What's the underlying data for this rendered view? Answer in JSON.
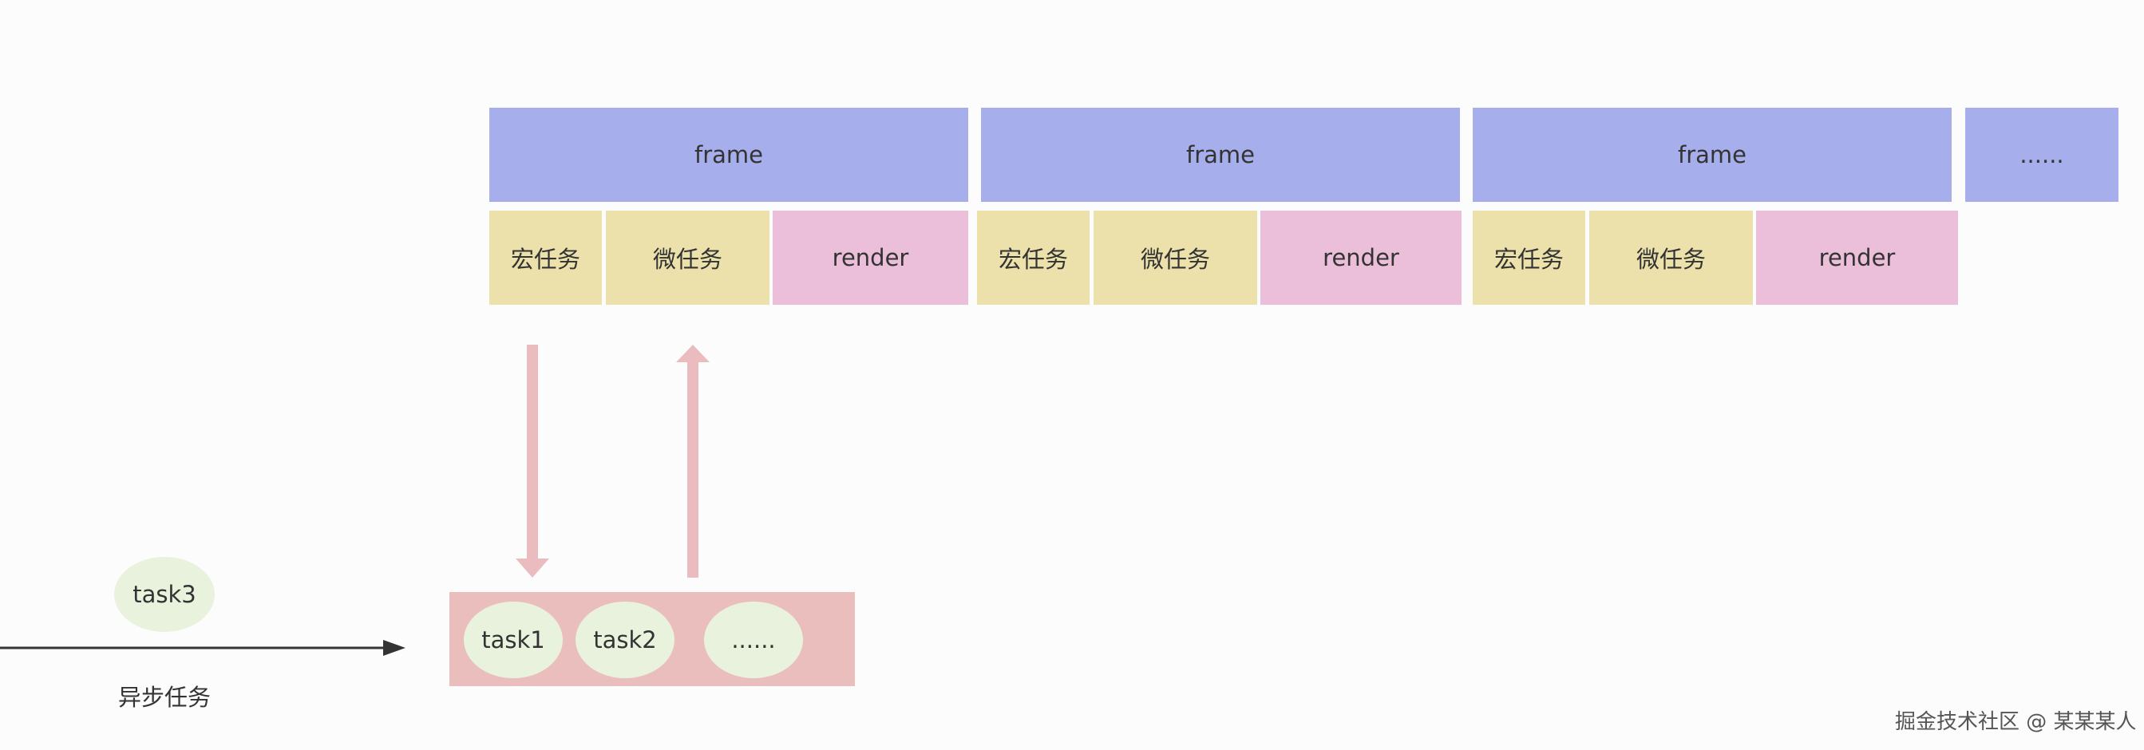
{
  "colors": {
    "frame": "#a6aeec",
    "macro_task": "#ede1ab",
    "render": "#ebbfd9",
    "queue": "#ebbebe",
    "task_ellipse": "#e9f2dc",
    "arrow": "#ebbcbf",
    "timeline": "#333333",
    "background": "#fdfcfd"
  },
  "frames": [
    {
      "label": "frame"
    },
    {
      "label": "frame"
    },
    {
      "label": "frame"
    },
    {
      "label": "......"
    }
  ],
  "frame_phases": [
    {
      "macro": "宏任务",
      "micro": "微任务",
      "render": "render"
    },
    {
      "macro": "宏任务",
      "micro": "微任务",
      "render": "render"
    },
    {
      "macro": "宏任务",
      "micro": "微任务",
      "render": "render"
    }
  ],
  "queue": {
    "tasks": [
      "task1",
      "task2",
      "......"
    ]
  },
  "incoming_task": "task3",
  "async_label": "异步任务",
  "watermark": "掘金技术社区 @ 某某某人"
}
